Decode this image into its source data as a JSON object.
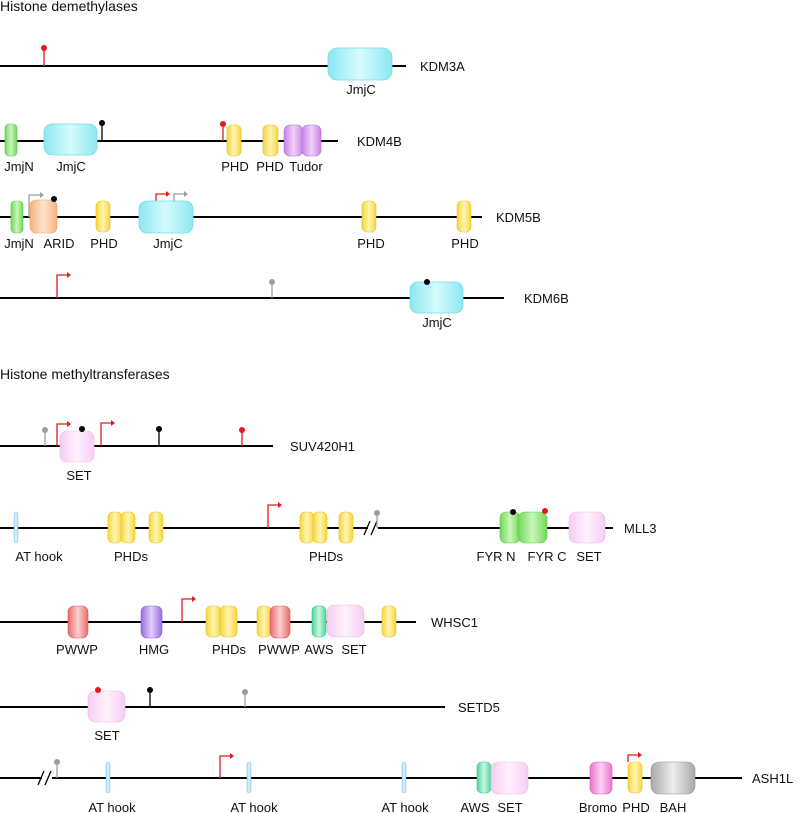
{
  "sections": [
    {
      "title": "Histone demethylases"
    },
    {
      "title": "Histone methyltransferases"
    }
  ],
  "colors": {
    "JmjC": "#a6f2f8",
    "JmjN": "#8fe67d",
    "PHD": "#ffe66b",
    "Tudor": "#d9a0f0",
    "ARID": "#f9c9a0",
    "SET": "#fbe0f8",
    "FYR": "#8fe67d",
    "AT hook": "#bfe3f7",
    "PWWP": "#f48d8d",
    "HMG": "#b28ae6",
    "AWS": "#6fe0b0",
    "Bromo": "#f590dc",
    "BAH": "#c8c8c8",
    "mutation_red": "#e31a1c",
    "mutation_black": "#000000",
    "mutation_gray": "#9e9e9e",
    "arrow_red": "#e31a1c",
    "arrow_gray": "#9e9e9e"
  },
  "genes": [
    {
      "name": "KDM3A",
      "labels": [
        {
          "text": "JmjC"
        }
      ]
    },
    {
      "name": "KDM4B",
      "labels": [
        {
          "text": "JmjN"
        },
        {
          "text": "JmjC"
        },
        {
          "text": "PHD"
        },
        {
          "text": "PHD"
        },
        {
          "text": "Tudor"
        }
      ]
    },
    {
      "name": "KDM5B",
      "labels": [
        {
          "text": "JmjN"
        },
        {
          "text": "ARID"
        },
        {
          "text": "PHD"
        },
        {
          "text": "JmjC"
        },
        {
          "text": "PHD"
        },
        {
          "text": "PHD"
        }
      ]
    },
    {
      "name": "KDM6B",
      "labels": [
        {
          "text": "JmjC"
        }
      ]
    },
    {
      "name": "SUV420H1",
      "labels": [
        {
          "text": "SET"
        }
      ]
    },
    {
      "name": "MLL3",
      "labels": [
        {
          "text": "AT hook"
        },
        {
          "text": "PHDs"
        },
        {
          "text": "PHDs"
        },
        {
          "text": "FYR N"
        },
        {
          "text": "FYR C"
        },
        {
          "text": "SET"
        }
      ]
    },
    {
      "name": "WHSC1",
      "labels": [
        {
          "text": "PWWP"
        },
        {
          "text": "HMG"
        },
        {
          "text": "PHDs"
        },
        {
          "text": "PWWP"
        },
        {
          "text": "AWS"
        },
        {
          "text": "SET"
        }
      ]
    },
    {
      "name": "SETD5",
      "labels": [
        {
          "text": "SET"
        }
      ]
    },
    {
      "name": "ASH1L",
      "labels": [
        {
          "text": "AT hook"
        },
        {
          "text": "AT hook"
        },
        {
          "text": "AT hook"
        },
        {
          "text": "AWS"
        },
        {
          "text": "SET"
        },
        {
          "text": "Bromo"
        },
        {
          "text": "PHD"
        },
        {
          "text": "BAH"
        }
      ]
    }
  ]
}
